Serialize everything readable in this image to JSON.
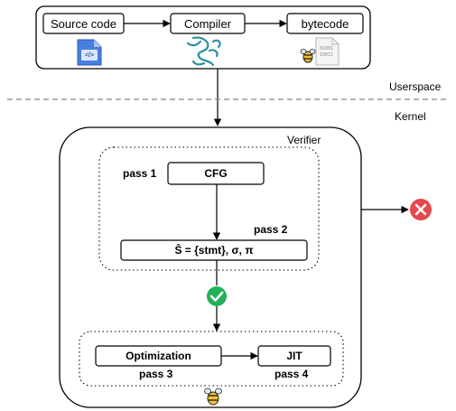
{
  "userspace": {
    "source_label": "Source code",
    "compiler_label": "Compiler",
    "bytecode_label": "bytecode",
    "file_icon_text": "</>",
    "bytecode_icon_text": [
      "01001",
      "10011"
    ]
  },
  "separator": {
    "userspace_label": "Userspace",
    "kernel_label": "Kernel"
  },
  "verifier": {
    "title": "Verifier",
    "pass1_label": "pass 1",
    "cfg_label": "CFG",
    "pass2_label": "pass 2",
    "state_label": "Ŝ = {stmt}, σ, π",
    "optimization_label": "Optimization",
    "jit_label": "JIT",
    "pass3_label": "pass 3",
    "pass4_label": "pass 4"
  },
  "colors": {
    "reject": "#e5484d",
    "accept": "#22b05a",
    "file_icon": "#3a6fd8",
    "dragon": "#2a8fa0",
    "bee_yellow": "#f2c230"
  }
}
